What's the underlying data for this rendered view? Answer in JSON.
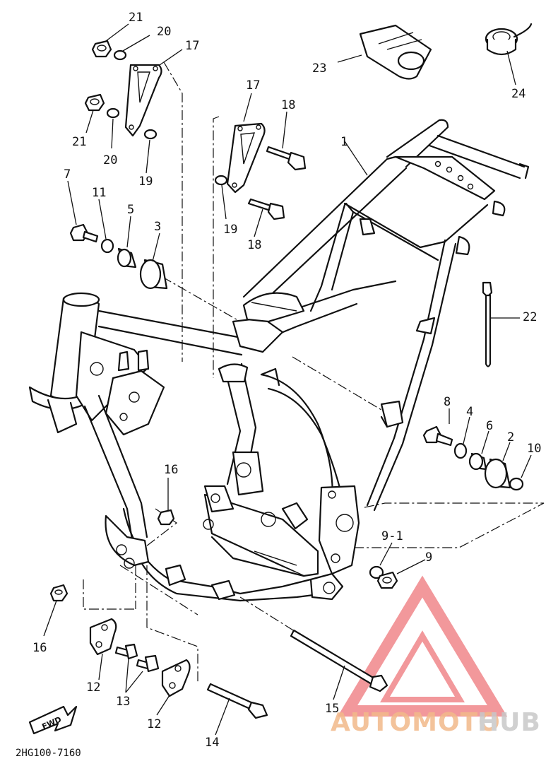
{
  "diagram": {
    "drawing_code": "2HG100-7160",
    "direction_badge": "FWD",
    "callouts": {
      "c1": "1",
      "c2": "2",
      "c3": "3",
      "c4": "4",
      "c5": "5",
      "c6": "6",
      "c7": "7",
      "c8": "8",
      "c9": "9",
      "c9_1": "9-1",
      "c10": "10",
      "c11": "11",
      "c12a": "12",
      "c12b": "12",
      "c13": "13",
      "c14": "14",
      "c15": "15",
      "c16a": "16",
      "c16b": "16",
      "c17a": "17",
      "c17b": "17",
      "c18a": "18",
      "c18b": "18",
      "c19a": "19",
      "c19b": "19",
      "c20a": "20",
      "c20b": "20",
      "c21a": "21",
      "c21b": "21",
      "c22": "22",
      "c23": "23",
      "c24": "24"
    }
  },
  "watermark": {
    "auto": "AUTOMOTO",
    "hub": "HUB",
    "colors": {
      "triangle": "#e8444a",
      "auto_text": "#f2b98a",
      "hub_text": "#c8c8c8"
    }
  }
}
